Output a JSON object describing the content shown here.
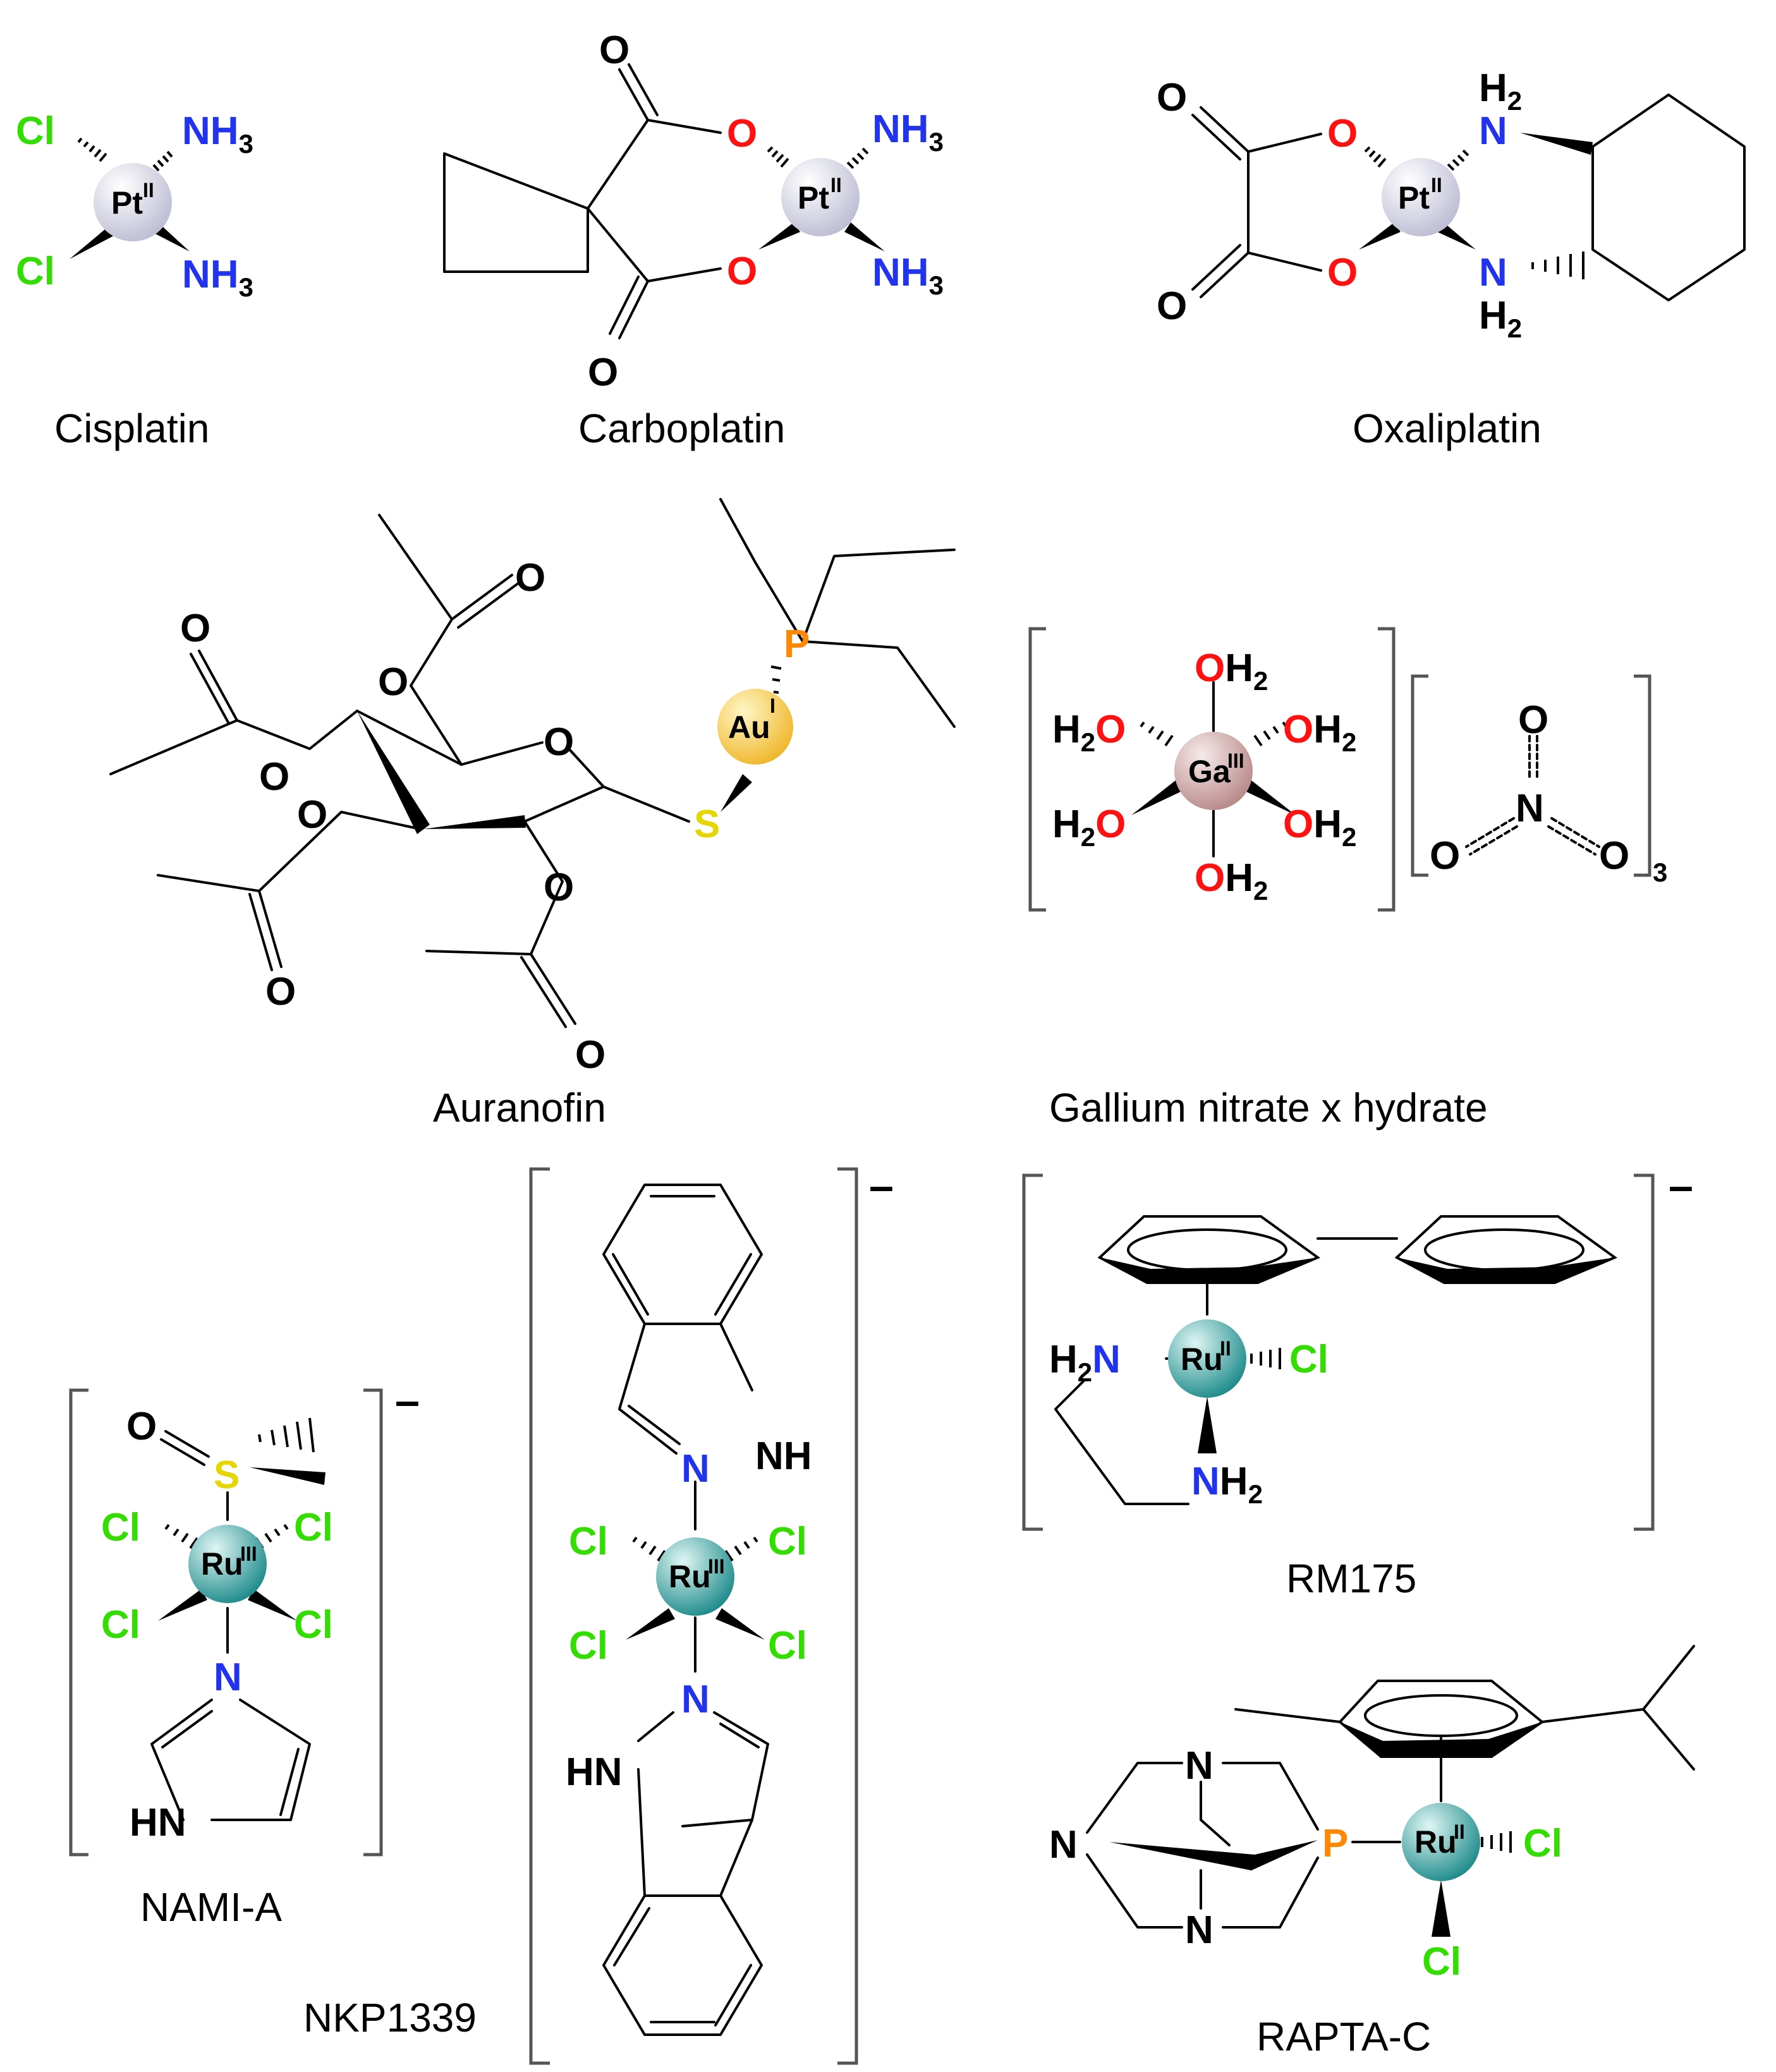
{
  "colors": {
    "chlorine": "#33dd00",
    "nitrogen": "#2233ee",
    "oxygen": "#ff1111",
    "sulfur": "#e6d600",
    "phosphorus": "#ff8800",
    "carbon_hydrogen": "#000000",
    "platinum": "#d6d6ea",
    "gold": "#f7c83a",
    "gallium": "#caa0a0",
    "ruthenium": "#2e9e9e"
  },
  "compounds": {
    "cisplatin": {
      "name": "Cisplatin",
      "metal": "Pt",
      "ox": "II",
      "ligands": [
        "Cl",
        "Cl",
        "NH3",
        "NH3"
      ]
    },
    "carboplatin": {
      "name": "Carboplatin",
      "metal": "Pt",
      "ox": "II",
      "ligands": [
        "O",
        "O",
        "NH3",
        "NH3"
      ]
    },
    "oxaliplatin": {
      "name": "Oxaliplatin",
      "metal": "Pt",
      "ox": "II",
      "ligands": [
        "O",
        "O",
        "H2N",
        "H2N"
      ]
    },
    "auranofin": {
      "name": "Auranofin",
      "metal": "Au",
      "ox": "I",
      "ligands": [
        "S",
        "P"
      ]
    },
    "gallium": {
      "name": "Gallium nitrate x hydrate",
      "metal": "Ga",
      "ox": "III",
      "ligands": [
        "OH2",
        "H2O",
        "OH2",
        "H2O",
        "OH2",
        "OH2"
      ],
      "nitrate_count": "3"
    },
    "nami_a": {
      "name": "NAMI-A",
      "metal": "Ru",
      "ox": "III",
      "charge": "–",
      "ligands": [
        "S",
        "Cl",
        "Cl",
        "Cl",
        "Cl",
        "N"
      ],
      "ring_nh": "HN"
    },
    "nkp1339": {
      "name": "NKP1339",
      "metal": "Ru",
      "ox": "III",
      "charge": "–",
      "ligands": [
        "N",
        "Cl",
        "Cl",
        "Cl",
        "Cl",
        "N"
      ],
      "ring_nh": [
        "NH",
        "HN"
      ]
    },
    "rm175": {
      "name": "RM175",
      "metal": "Ru",
      "ox": "II",
      "charge": "–",
      "ligands": [
        "H2N",
        "Cl",
        "NH2"
      ]
    },
    "rapta_c": {
      "name": "RAPTA-C",
      "metal": "Ru",
      "ox": "II",
      "ligands": [
        "P",
        "Cl",
        "Cl"
      ],
      "pta_n": [
        "N",
        "N",
        "N"
      ]
    }
  }
}
